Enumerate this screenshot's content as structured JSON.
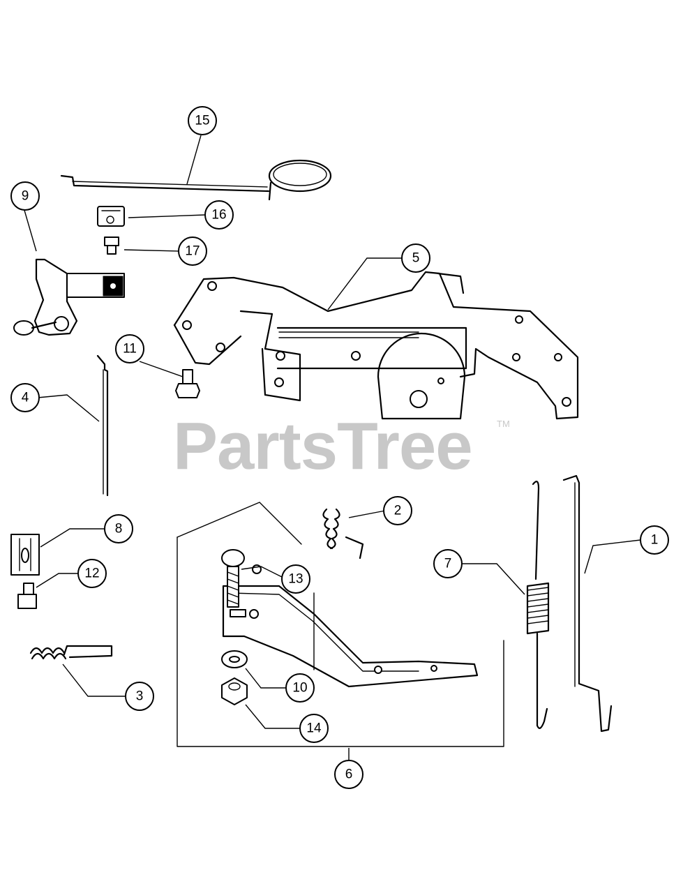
{
  "watermark": {
    "text": "PartsTree",
    "trademark": "TM"
  },
  "callouts": [
    {
      "id": "15",
      "label": "15"
    },
    {
      "id": "9",
      "label": "9"
    },
    {
      "id": "16",
      "label": "16"
    },
    {
      "id": "17",
      "label": "17"
    },
    {
      "id": "5",
      "label": "5"
    },
    {
      "id": "11",
      "label": "11"
    },
    {
      "id": "4",
      "label": "4"
    },
    {
      "id": "2",
      "label": "2"
    },
    {
      "id": "8",
      "label": "8"
    },
    {
      "id": "1",
      "label": "1"
    },
    {
      "id": "7",
      "label": "7"
    },
    {
      "id": "12",
      "label": "12"
    },
    {
      "id": "13",
      "label": "13"
    },
    {
      "id": "3",
      "label": "3"
    },
    {
      "id": "10",
      "label": "10"
    },
    {
      "id": "14",
      "label": "14"
    },
    {
      "id": "6",
      "label": "6"
    }
  ]
}
